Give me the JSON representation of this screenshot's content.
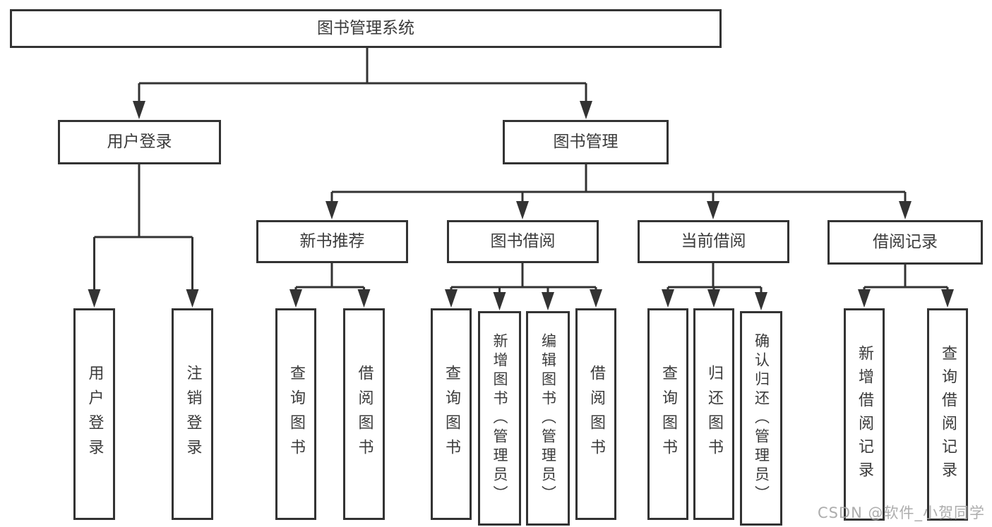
{
  "diagram": {
    "type": "tree",
    "root": {
      "label": "图书管理系统"
    },
    "branches": [
      {
        "label": "用户登录",
        "children": [
          {
            "label": "用户登录"
          },
          {
            "label": "注销登录"
          }
        ]
      },
      {
        "label": "图书管理",
        "children": [
          {
            "label": "新书推荐",
            "children": [
              {
                "label": "查询图书"
              },
              {
                "label": "借阅图书"
              }
            ]
          },
          {
            "label": "图书借阅",
            "children": [
              {
                "label": "查询图书"
              },
              {
                "label": "新增图书（管理员）"
              },
              {
                "label": "编辑图书（管理员）"
              },
              {
                "label": "借阅图书"
              }
            ]
          },
          {
            "label": "当前借阅",
            "children": [
              {
                "label": "查询图书"
              },
              {
                "label": "归还图书"
              },
              {
                "label": "确认归还（管理员）"
              }
            ]
          },
          {
            "label": "借阅记录",
            "children": [
              {
                "label": "新增借阅记录"
              },
              {
                "label": "查询借阅记录"
              }
            ]
          }
        ]
      }
    ]
  },
  "watermark": "CSDN @软件_小贺同学",
  "colors": {
    "line": "#333333",
    "text": "#3b3b3b",
    "background": "#ffffff",
    "watermark": "#a4a4a4"
  }
}
